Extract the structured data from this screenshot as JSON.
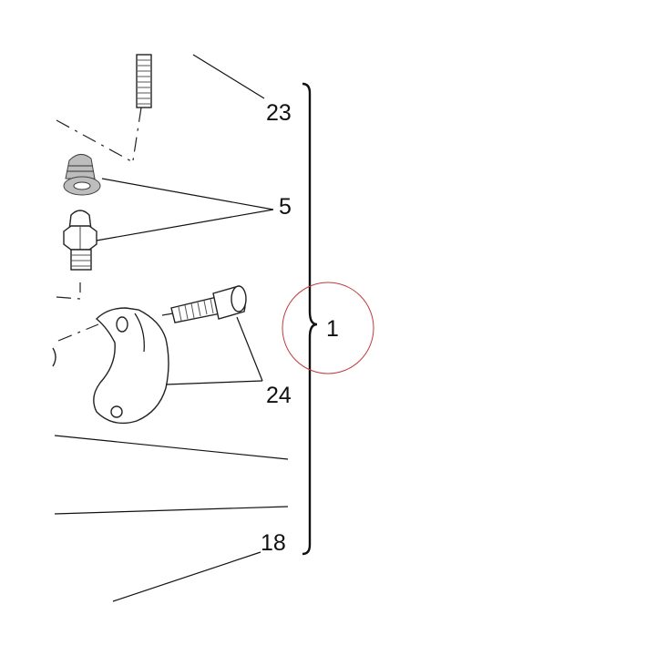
{
  "callouts": {
    "c23": "23",
    "c5": "5",
    "c1": "1",
    "c24": "24",
    "c18": "18"
  },
  "colors": {
    "line": "#111111",
    "highlight_circle": "#c0393b",
    "background": "#ffffff"
  }
}
